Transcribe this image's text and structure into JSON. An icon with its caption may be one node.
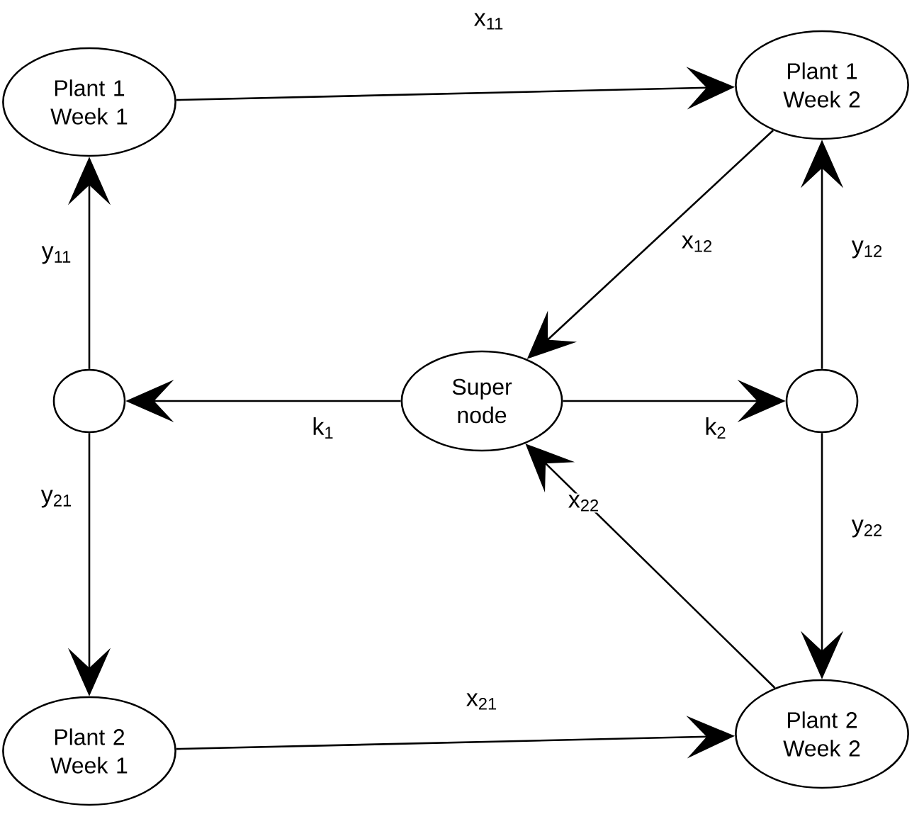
{
  "diagram": {
    "nodes": [
      {
        "text": [
          "Plant 1 Week 1"
        ]
      },
      {
        "text": [
          "Plant 1 Week 2"
        ]
      },
      {
        "text": [],
        "shape": "circle"
      },
      {
        "text": [
          "Super node"
        ]
      },
      {
        "text": [],
        "shape": "circle"
      },
      {
        "text": [
          "Plant 2 Week 1"
        ]
      },
      {
        "text": [
          "Plant 2 Week 2"
        ]
      }
    ],
    "edges": [
      {
        "from": 0,
        "to": 1,
        "arrow": "to",
        "label": "x$_{11}$"
      },
      {
        "from": 1,
        "to": 3,
        "arrow": "to",
        "label": "x$_{12}$"
      },
      {
        "from": 2,
        "to": 0,
        "arrow": "to",
        "label": "y$_{11}$"
      },
      {
        "from": 4,
        "to": 1,
        "arrow": "to",
        "label": "y$_{12}$"
      },
      {
        "from": 3,
        "to": 2,
        "arrow": "to",
        "label": "k$_{1}$"
      },
      {
        "from": 3,
        "to": 4,
        "arrow": "to",
        "label": "k$_{2}$"
      },
      {
        "from": 2,
        "to": 5,
        "arrow": "to",
        "label": "y$_{21}$"
      },
      {
        "from": 4,
        "to": 6,
        "arrow": "to",
        "label": "y$_{22}$"
      },
      {
        "from": 6,
        "to": 3,
        "arrow": "to",
        "label": "x$_{22}$"
      },
      {
        "from": 5,
        "to": 6,
        "arrow": "to",
        "label": "x$_{21}$"
      }
    ]
  }
}
